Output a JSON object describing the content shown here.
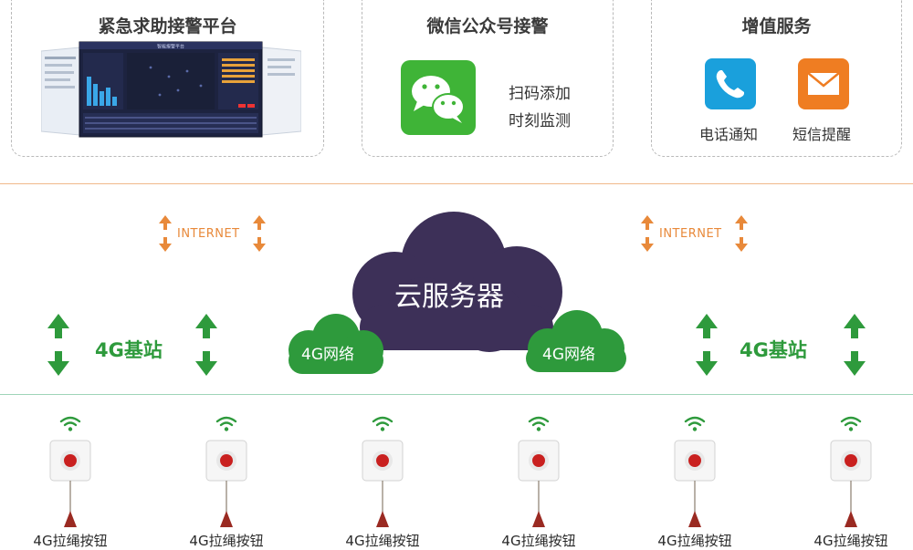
{
  "panels": {
    "emergency": {
      "title": "紧急求助接警平台",
      "screen_title": "智能报警平台"
    },
    "wechat": {
      "title": "微信公众号接警",
      "line1": "扫码添加",
      "line2": "时刻监测"
    },
    "value_added": {
      "title": "增值服务",
      "phone_label": "电话通知",
      "sms_label": "短信提醒"
    }
  },
  "network": {
    "internet_label": "INTERNET",
    "cloud_label": "云服务器",
    "network_4g_label": "4G网络",
    "base_station_label": "4G基站"
  },
  "devices": {
    "label": "4G拉绳按钮",
    "items": [
      "4G拉绳按钮",
      "4G拉绳按钮",
      "4G拉绳按钮",
      "4G拉绳按钮",
      "4G拉绳按钮",
      "4G拉绳按钮"
    ]
  },
  "colors": {
    "cloud_dark": "#3d3058",
    "cloud_green": "#2e9a3c",
    "accent_orange": "#e8893a",
    "arrow_green": "#2e9a3c",
    "wechat_green": "#3fb437",
    "phone_blue": "#1aa0dc",
    "mail_orange": "#ef7d22",
    "button_red": "#c9201f"
  }
}
